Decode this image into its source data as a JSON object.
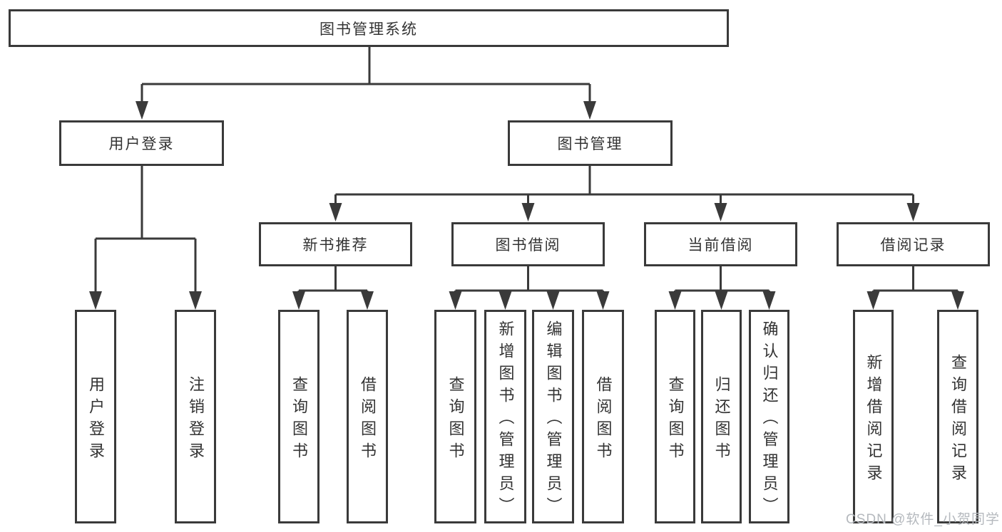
{
  "diagram_title": "图书管理系统",
  "nodes": {
    "root": "图书管理系统",
    "l2_user_login": "用户登录",
    "l2_book_mgmt": "图书管理",
    "l3_new_book": "新书推荐",
    "l3_book_borrow": "图书借阅",
    "l3_current_borrow": "当前借阅",
    "l3_borrow_record": "借阅记录",
    "leaf_user_login": "用户登录",
    "leaf_logout": "注销登录",
    "leaf_nb_query": "查询图书",
    "leaf_nb_borrow": "借阅图书",
    "leaf_bb_query": "查询图书",
    "leaf_bb_add": "新增图书（管理员）",
    "leaf_bb_edit": "编辑图书（管理员）",
    "leaf_bb_borrow": "借阅图书",
    "leaf_cb_query": "查询图书",
    "leaf_cb_return": "归还图书",
    "leaf_cb_confirm": "确认归还（管理员）",
    "leaf_br_add": "新增借阅记录",
    "leaf_br_query": "查询借阅记录"
  },
  "watermark": "CSDN @软件_小贺同学",
  "colors": {
    "line": "#3a3a3a",
    "text": "#333333",
    "watermark": "#b5b9be",
    "background": "#ffffff"
  }
}
